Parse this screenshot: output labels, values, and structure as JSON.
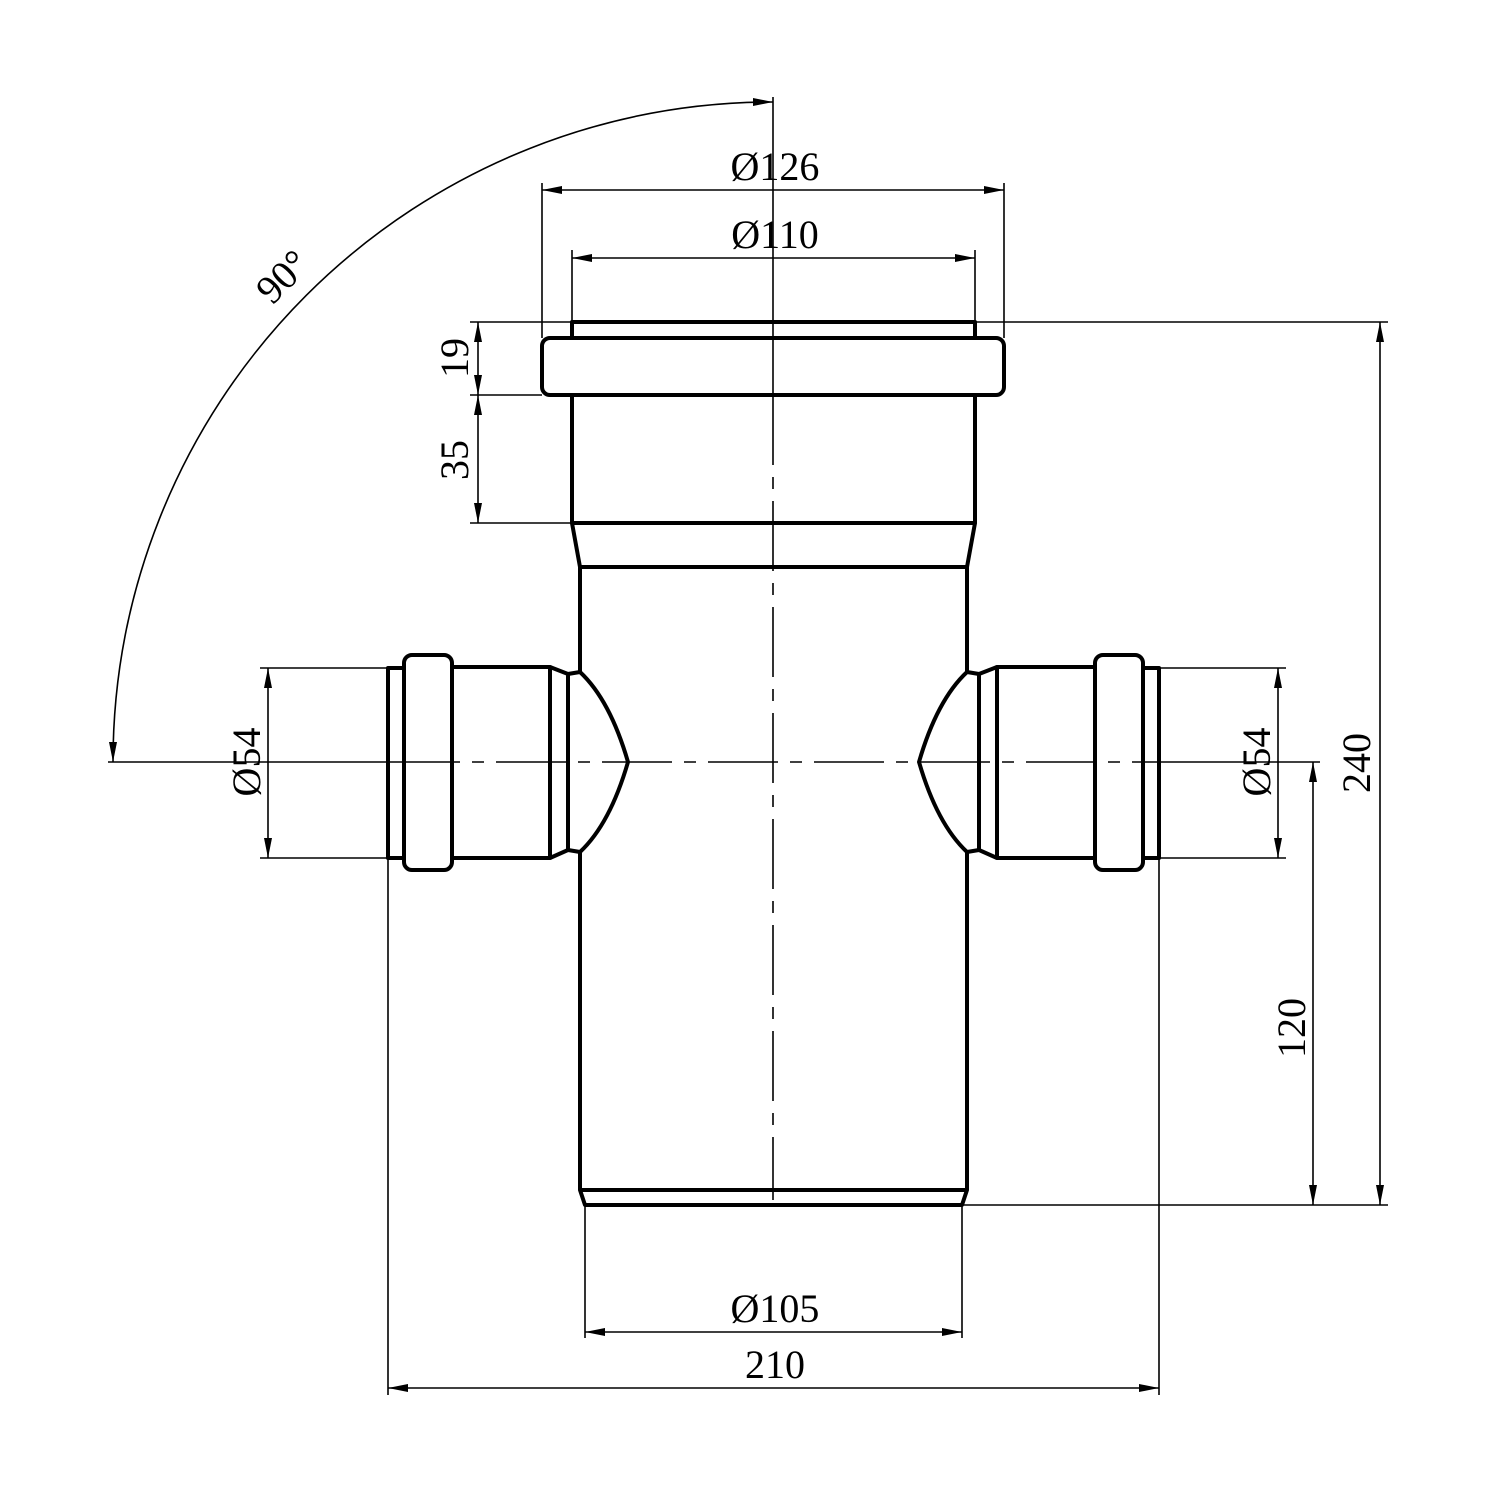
{
  "drawing": {
    "title": "Double branch 90° pipe cross fitting",
    "dimensions": {
      "angle": "90°",
      "socket_outer_diameter": "Ø126",
      "socket_inner_diameter": "Ø110",
      "ring_height": "19",
      "socket_depth": "35",
      "overall_height": "240",
      "branch_height": "120",
      "branch_diameter_left": "Ø54",
      "branch_diameter_right": "Ø54",
      "spigot_diameter": "Ø105",
      "overall_width": "210"
    }
  }
}
